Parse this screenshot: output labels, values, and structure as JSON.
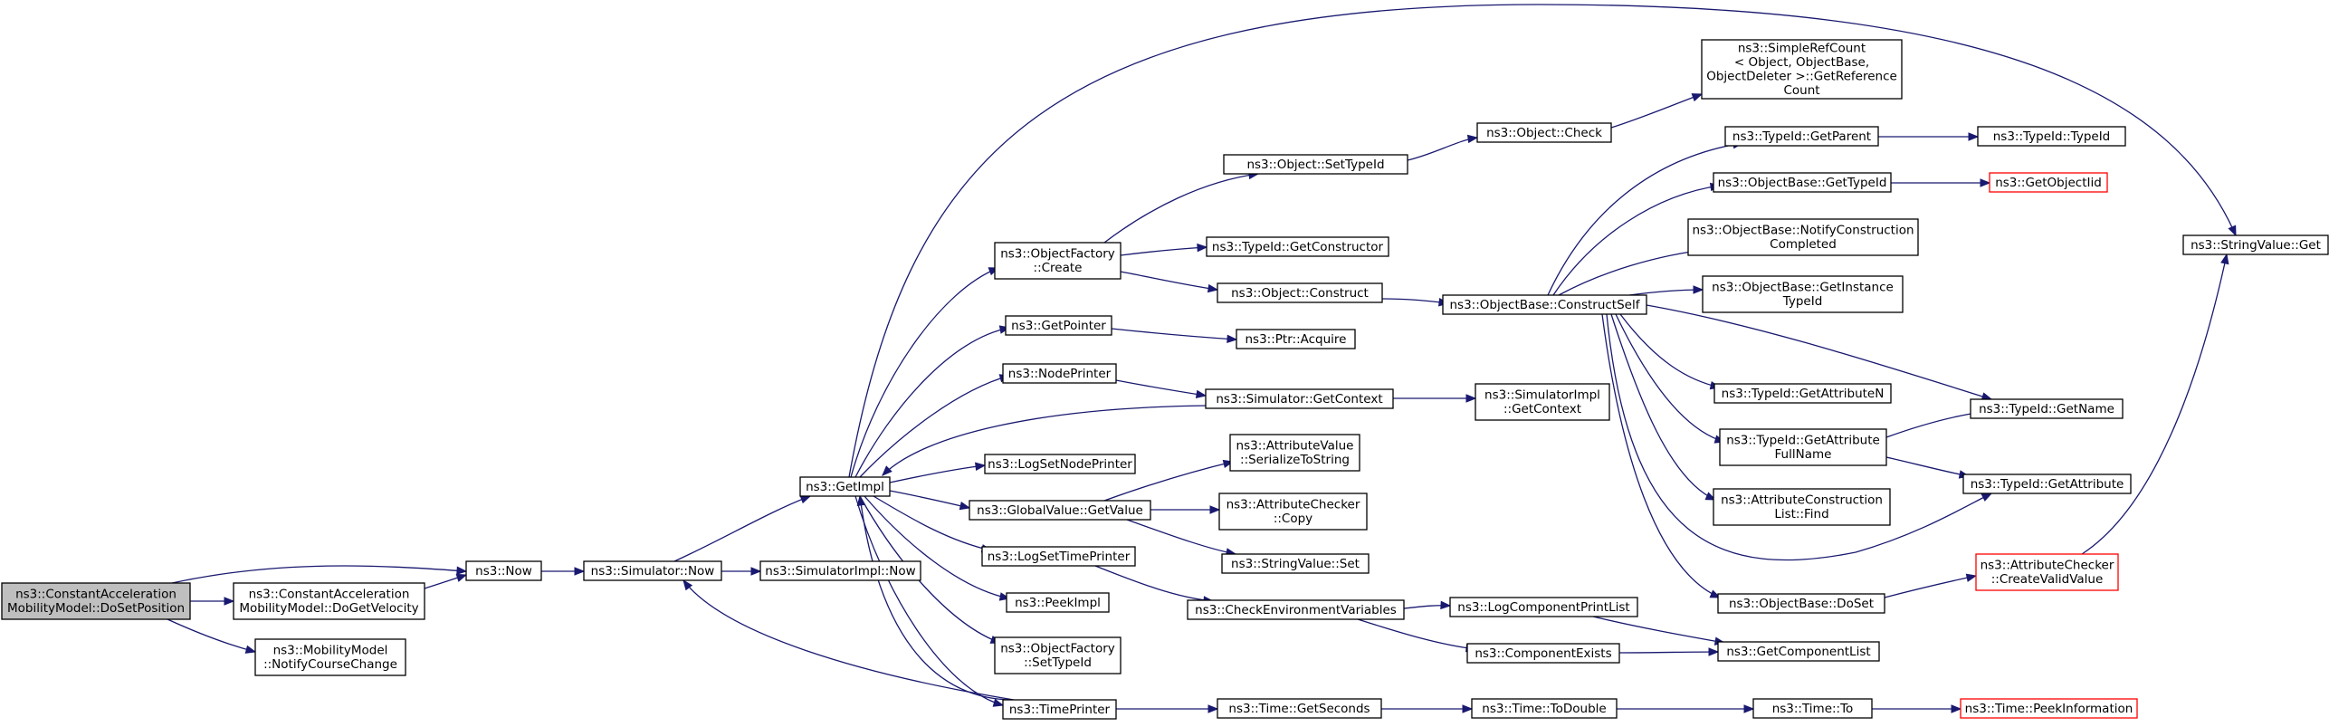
{
  "nodes": {
    "doSetPosition": [
      "ns3::ConstantAcceleration",
      "MobilityModel::DoSetPosition"
    ],
    "now": [
      "ns3::Now"
    ],
    "doGetVelocity": [
      "ns3::ConstantAcceleration",
      "MobilityModel::DoGetVelocity"
    ],
    "notifyCourseChange": [
      "ns3::MobilityModel",
      "::NotifyCourseChange"
    ],
    "simulatorNow": [
      "ns3::Simulator::Now"
    ],
    "simulatorImplNow": [
      "ns3::SimulatorImpl::Now"
    ],
    "getImpl": [
      "ns3::GetImpl"
    ],
    "objectFactoryCreate": [
      "ns3::ObjectFactory",
      "::Create"
    ],
    "getPointer": [
      "ns3::GetPointer"
    ],
    "nodePrinter": [
      "ns3::NodePrinter"
    ],
    "logSetNodePrinter": [
      "ns3::LogSetNodePrinter"
    ],
    "globalValueGetValue": [
      "ns3::GlobalValue::GetValue"
    ],
    "logSetTimePrinter": [
      "ns3::LogSetTimePrinter"
    ],
    "peekImpl": [
      "ns3::PeekImpl"
    ],
    "objectFactorySetTypeId": [
      "ns3::ObjectFactory",
      "::SetTypeId"
    ],
    "timePrinter": [
      "ns3::TimePrinter"
    ],
    "objectSetTypeId": [
      "ns3::Object::SetTypeId"
    ],
    "typeIdGetConstructor": [
      "ns3::TypeId::GetConstructor"
    ],
    "objectConstruct": [
      "ns3::Object::Construct"
    ],
    "ptrAcquire": [
      "ns3::Ptr::Acquire"
    ],
    "simulatorGetContext": [
      "ns3::Simulator::GetContext"
    ],
    "attributeValueSerialize": [
      "ns3::AttributeValue",
      "::SerializeToString"
    ],
    "attributeCheckerCopy": [
      "ns3::AttributeChecker",
      "::Copy"
    ],
    "stringValueSet": [
      "ns3::StringValue::Set"
    ],
    "checkEnvironmentVariables": [
      "ns3::CheckEnvironmentVariables"
    ],
    "timeGetSeconds": [
      "ns3::Time::GetSeconds"
    ],
    "objectCheck": [
      "ns3::Object::Check"
    ],
    "objectBaseConstructSelf": [
      "ns3::ObjectBase::ConstructSelf"
    ],
    "simulatorImplGetContext": [
      "ns3::SimulatorImpl",
      "::GetContext"
    ],
    "logComponentPrintList": [
      "ns3::LogComponentPrintList"
    ],
    "componentExists": [
      "ns3::ComponentExists"
    ],
    "timeToDouble": [
      "ns3::Time::ToDouble"
    ],
    "simpleRefCount": [
      "ns3::SimpleRefCount",
      "< Object, ObjectBase,",
      "ObjectDeleter >::GetReference",
      "Count"
    ],
    "typeIdGetParent": [
      "ns3::TypeId::GetParent"
    ],
    "objectBaseGetTypeId": [
      "ns3::ObjectBase::GetTypeId"
    ],
    "notifyConstructionCompleted": [
      "ns3::ObjectBase::NotifyConstruction",
      "Completed"
    ],
    "getInstanceTypeId": [
      "ns3::ObjectBase::GetInstance",
      "TypeId"
    ],
    "typeIdGetAttributeN": [
      "ns3::TypeId::GetAttributeN"
    ],
    "typeIdGetAttributeFullName": [
      "ns3::TypeId::GetAttribute",
      "FullName"
    ],
    "attributeConstructionListFind": [
      "ns3::AttributeConstruction",
      "List::Find"
    ],
    "objectBaseDoSet": [
      "ns3::ObjectBase::DoSet"
    ],
    "getComponentList": [
      "ns3::GetComponentList"
    ],
    "timeTo": [
      "ns3::Time::To"
    ],
    "typeIdTypeId": [
      "ns3::TypeId::TypeId"
    ],
    "getObjectIid": [
      "ns3::GetObjectIid"
    ],
    "typeIdGetName": [
      "ns3::TypeId::GetName"
    ],
    "typeIdGetAttribute": [
      "ns3::TypeId::GetAttribute"
    ],
    "attributeCheckerCreateValidValue": [
      "ns3::AttributeChecker",
      "::CreateValidValue"
    ],
    "timePeekInformation": [
      "ns3::Time::PeekInformation"
    ],
    "stringValueGet": [
      "ns3::StringValue::Get"
    ]
  },
  "colors": {
    "edge": "#191970",
    "root_fill": "#bfbfbf",
    "truncated_border": "#ff0000",
    "border": "#000000"
  }
}
